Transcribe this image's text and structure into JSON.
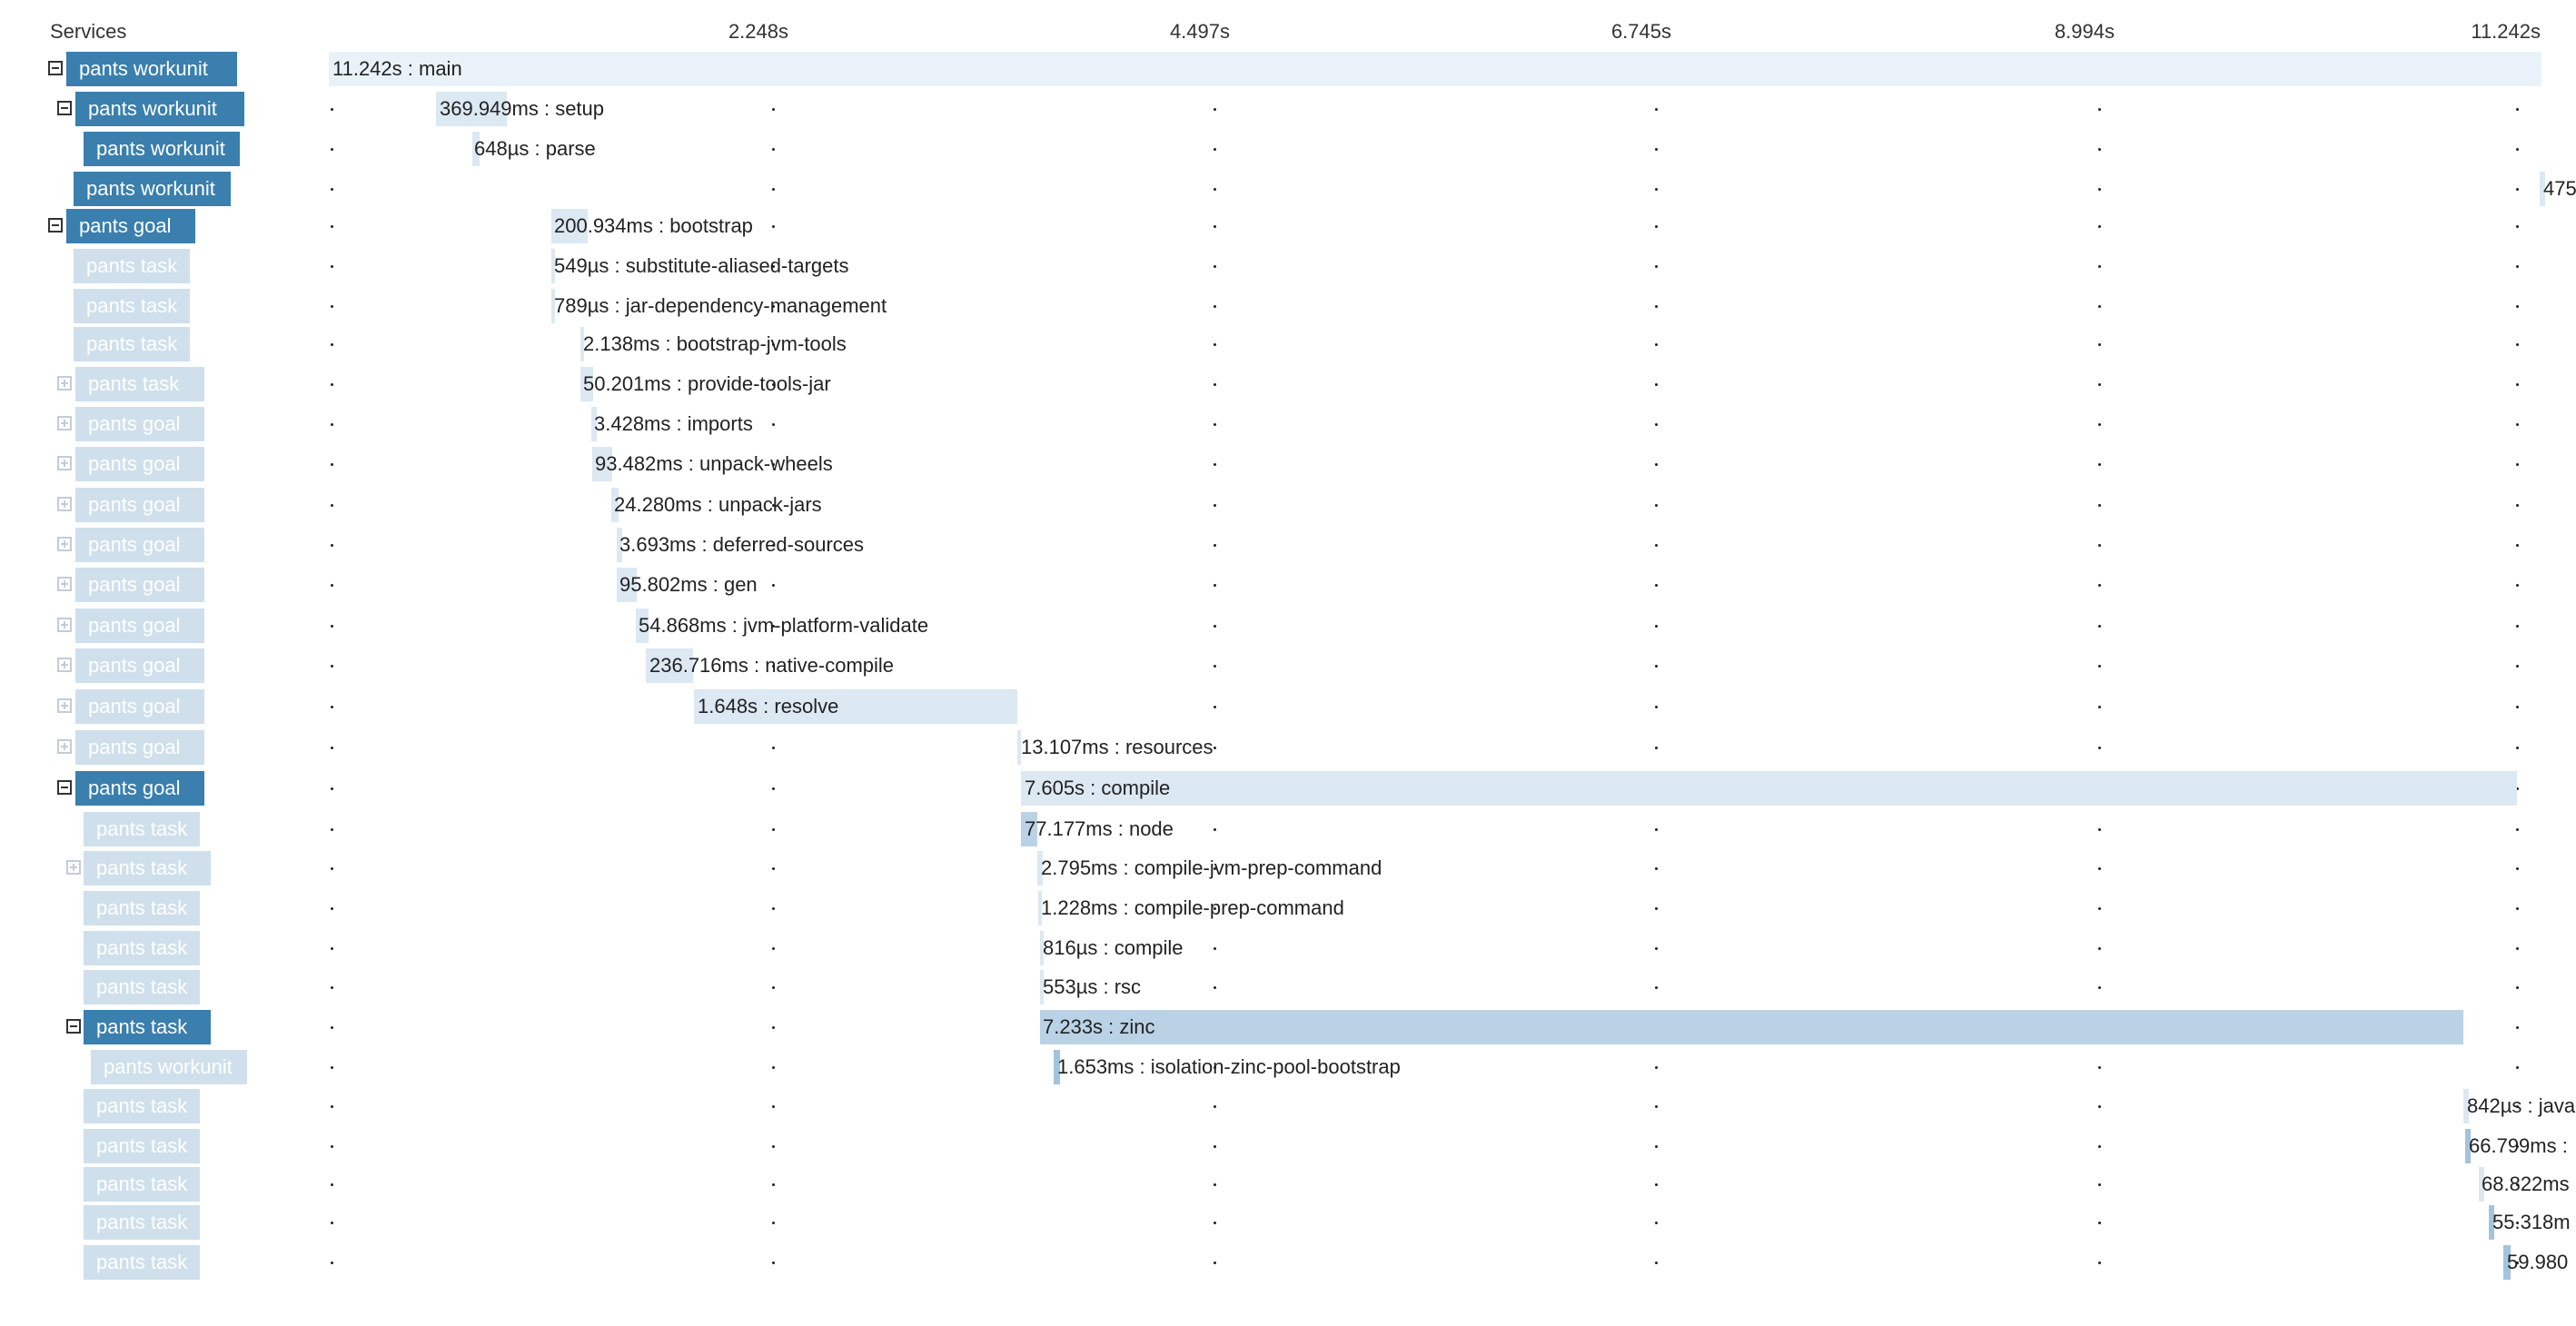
{
  "header": {
    "services_label": "Services",
    "ticks": [
      "2.248s",
      "4.497s",
      "6.745s",
      "8.994s",
      "11.242s"
    ]
  },
  "rows": [
    {
      "service": "pants workunit",
      "toggle": "collapse",
      "active": true,
      "label": "11.242s : main"
    },
    {
      "service": "pants workunit",
      "toggle": "collapse",
      "active": true,
      "label": "369.949ms : setup"
    },
    {
      "service": "pants workunit",
      "toggle": "none",
      "active": true,
      "label": "648µs : parse"
    },
    {
      "service": "pants workunit",
      "toggle": "none",
      "active": true,
      "label": "475"
    },
    {
      "service": "pants goal",
      "toggle": "collapse",
      "active": true,
      "label": "200.934ms : bootstrap"
    },
    {
      "service": "pants task",
      "toggle": "none",
      "active": false,
      "label": "549µs : substitute-aliased-targets"
    },
    {
      "service": "pants task",
      "toggle": "none",
      "active": false,
      "label": "789µs : jar-dependency-management"
    },
    {
      "service": "pants task",
      "toggle": "none",
      "active": false,
      "label": "2.138ms : bootstrap-jvm-tools"
    },
    {
      "service": "pants task",
      "toggle": "expand",
      "active": false,
      "label": "50.201ms : provide-tools-jar"
    },
    {
      "service": "pants goal",
      "toggle": "expand",
      "active": false,
      "label": "3.428ms : imports"
    },
    {
      "service": "pants goal",
      "toggle": "expand",
      "active": false,
      "label": "93.482ms : unpack-wheels"
    },
    {
      "service": "pants goal",
      "toggle": "expand",
      "active": false,
      "label": "24.280ms : unpack-jars"
    },
    {
      "service": "pants goal",
      "toggle": "expand",
      "active": false,
      "label": "3.693ms : deferred-sources"
    },
    {
      "service": "pants goal",
      "toggle": "expand",
      "active": false,
      "label": "95.802ms : gen"
    },
    {
      "service": "pants goal",
      "toggle": "expand",
      "active": false,
      "label": "54.868ms : jvm-platform-validate"
    },
    {
      "service": "pants goal",
      "toggle": "expand",
      "active": false,
      "label": "236.716ms : native-compile"
    },
    {
      "service": "pants goal",
      "toggle": "expand",
      "active": false,
      "label": "1.648s : resolve"
    },
    {
      "service": "pants goal",
      "toggle": "expand",
      "active": false,
      "label": "13.107ms : resources"
    },
    {
      "service": "pants goal",
      "toggle": "collapse",
      "active": true,
      "label": "7.605s : compile"
    },
    {
      "service": "pants task",
      "toggle": "none",
      "active": false,
      "label": "77.177ms : node"
    },
    {
      "service": "pants task",
      "toggle": "expand",
      "active": false,
      "label": "2.795ms : compile-jvm-prep-command"
    },
    {
      "service": "pants task",
      "toggle": "none",
      "active": false,
      "label": "1.228ms : compile-prep-command"
    },
    {
      "service": "pants task",
      "toggle": "none",
      "active": false,
      "label": "816µs : compile"
    },
    {
      "service": "pants task",
      "toggle": "none",
      "active": false,
      "label": "553µs : rsc"
    },
    {
      "service": "pants task",
      "toggle": "collapse",
      "active": true,
      "label": "7.233s : zinc"
    },
    {
      "service": "pants workunit",
      "toggle": "none",
      "active": false,
      "label": "1.653ms : isolation-zinc-pool-bootstrap"
    },
    {
      "service": "pants task",
      "toggle": "none",
      "active": false,
      "label": "842µs : java"
    },
    {
      "service": "pants task",
      "toggle": "none",
      "active": false,
      "label": "66.799ms :"
    },
    {
      "service": "pants task",
      "toggle": "none",
      "active": false,
      "label": "68.822ms"
    },
    {
      "service": "pants task",
      "toggle": "none",
      "active": false,
      "label": "55.318m"
    },
    {
      "service": "pants task",
      "toggle": "none",
      "active": false,
      "label": "59.980"
    }
  ],
  "colors": {
    "service_active": "#3a7fad",
    "service_inactive": "#cfe0ec",
    "span_bar": "#dce8f2",
    "span_bar_selected": "#bad2e6",
    "root_band": "#eaf2f9"
  }
}
